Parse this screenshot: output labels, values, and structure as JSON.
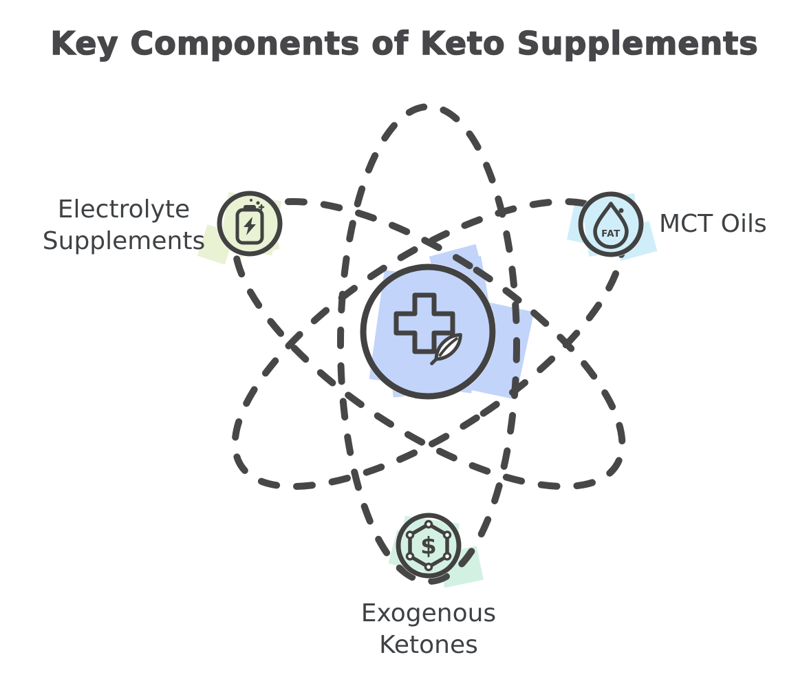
{
  "title": "Key Components of Keto Supplements",
  "center": {
    "name": "keto-supplements-core",
    "icons": [
      "medical-cross-icon",
      "leaf-icon"
    ]
  },
  "nodes": [
    {
      "id": "electrolyte",
      "label_lines": [
        "Electrolyte",
        "Supplements"
      ],
      "icon": "battery-charging-icon"
    },
    {
      "id": "mct",
      "label": "MCT Oils",
      "icon": "fat-droplet-icon",
      "icon_text": "FAT"
    },
    {
      "id": "ketones",
      "label_lines": [
        "Exogenous",
        "Ketones"
      ],
      "icon": "molecule-dollar-icon",
      "icon_text": "$"
    }
  ],
  "colors": {
    "ink": "#474747",
    "text": "#3f4245",
    "center_blob": "#c3d4fa",
    "electrolyte_blob": "#e9f2d3",
    "mct_blob": "#cfeefa",
    "ketones_blob": "#d3f1e3"
  }
}
